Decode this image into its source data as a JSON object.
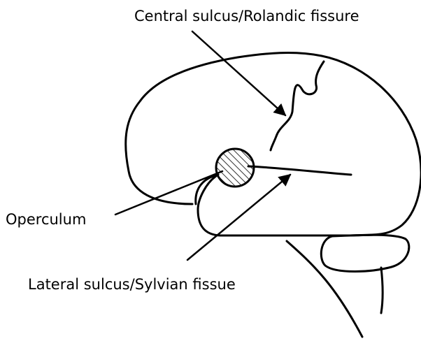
{
  "labels": {
    "central_sulcus": "Central sulcus/Rolandic fissure",
    "operculum": "Operculum",
    "lateral_sulcus": "Lateral sulcus/Sylvian fissue"
  },
  "colors": {
    "line": "#000000",
    "background": "#ffffff",
    "hatch_fill": "#ffffff"
  }
}
